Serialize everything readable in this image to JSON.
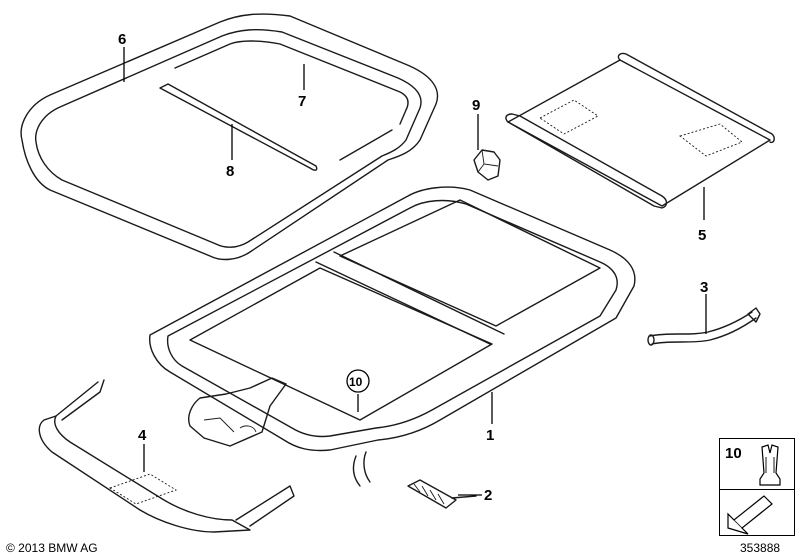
{
  "callouts": [
    {
      "id": "1",
      "label": "1"
    },
    {
      "id": "2",
      "label": "2"
    },
    {
      "id": "3",
      "label": "3"
    },
    {
      "id": "4",
      "label": "4"
    },
    {
      "id": "5",
      "label": "5"
    },
    {
      "id": "6",
      "label": "6"
    },
    {
      "id": "7",
      "label": "7"
    },
    {
      "id": "8",
      "label": "8"
    },
    {
      "id": "9",
      "label": "9"
    },
    {
      "id": "10",
      "label": "10"
    }
  ],
  "legend": {
    "part_number": "10"
  },
  "footer": {
    "copyright": "© 2013 BMW AG",
    "doc_number": "353888"
  }
}
